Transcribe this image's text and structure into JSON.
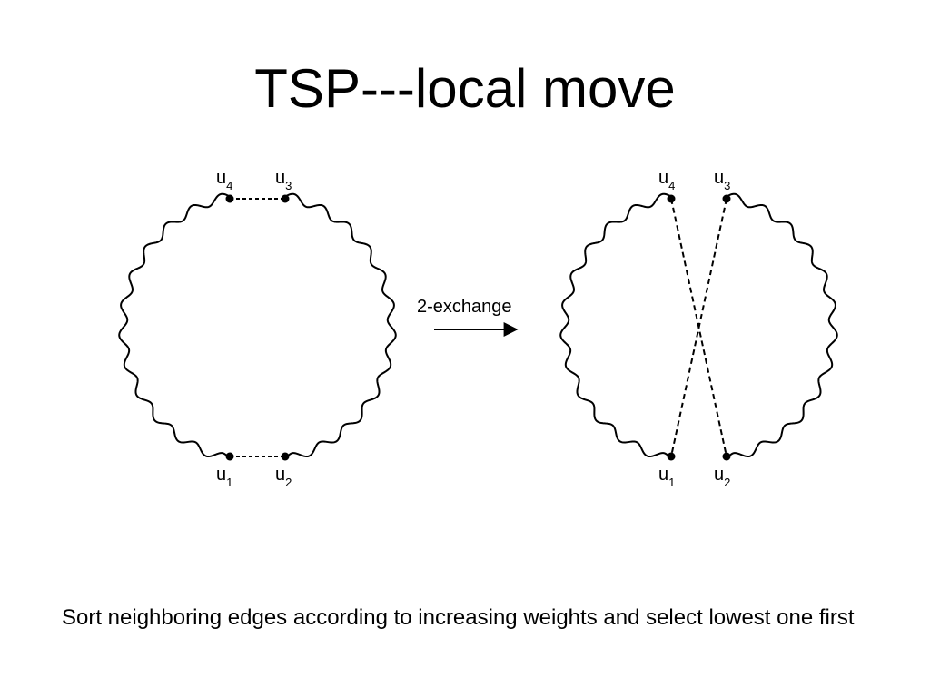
{
  "slide": {
    "title": "TSP---local move",
    "caption": "Sort neighboring edges according to increasing weights and select lowest one first"
  },
  "diagram": {
    "arrow_label": "2-exchange",
    "nodes": [
      {
        "id": "u1",
        "label": "u",
        "sub": "1"
      },
      {
        "id": "u2",
        "label": "u",
        "sub": "2"
      },
      {
        "id": "u3",
        "label": "u",
        "sub": "3"
      },
      {
        "id": "u4",
        "label": "u",
        "sub": "4"
      }
    ],
    "colors": {
      "line": "#000000",
      "background": "#ffffff"
    }
  }
}
